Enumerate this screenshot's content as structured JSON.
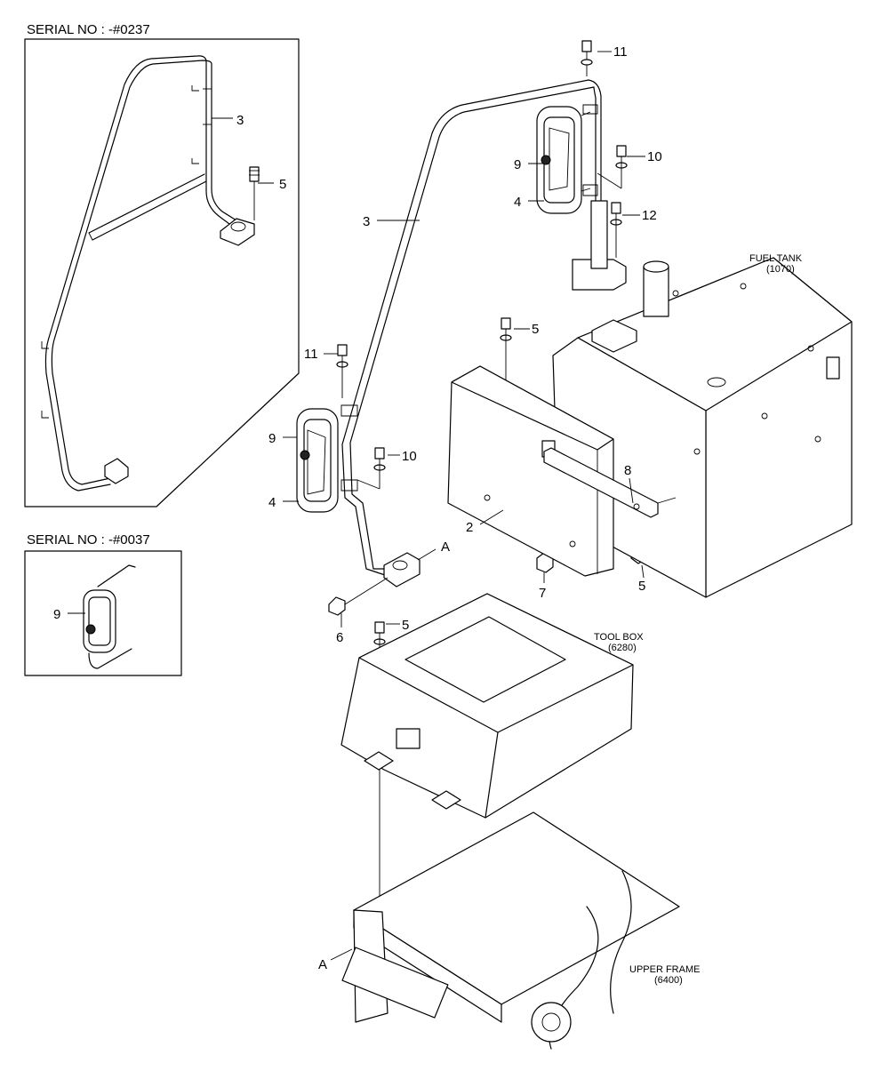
{
  "insets": {
    "top_heading": "SERIAL NO : -#0237",
    "bottom_heading": "SERIAL NO : -#0037"
  },
  "references": {
    "fuel_tank": {
      "name": "FUEL TANK",
      "code": "(1070)"
    },
    "tool_box": {
      "name": "TOOL BOX",
      "code": "(6280)"
    },
    "upper_frame": {
      "name": "UPPER FRAME",
      "code": "(6400)"
    }
  },
  "callouts": {
    "inset_3": "3",
    "inset_5": "5",
    "inset2_9": "9",
    "main_11_top": "11",
    "main_10_top": "10",
    "main_9_top": "9",
    "main_4_top": "4",
    "main_12": "12",
    "main_3": "3",
    "main_5_tank": "5",
    "main_11_left": "11",
    "main_9_left": "9",
    "main_10_left": "10",
    "main_4_left": "4",
    "main_2": "2",
    "main_8": "8",
    "main_5_right": "5",
    "main_7": "7",
    "main_a_top": "A",
    "main_6": "6",
    "main_5_box": "5",
    "main_a_bottom": "A"
  }
}
